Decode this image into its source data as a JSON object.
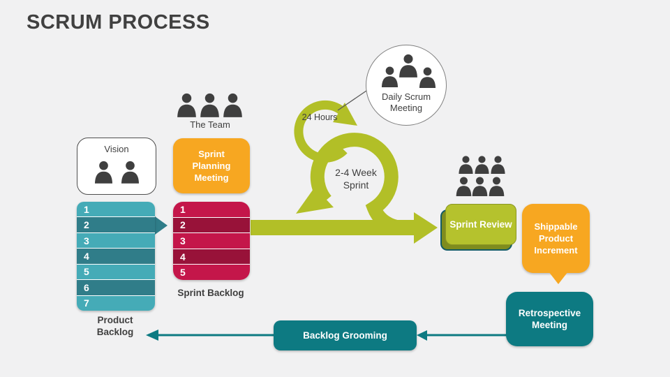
{
  "slide": {
    "title": "SCRUM PROCESS"
  },
  "colors": {
    "background": "#F1F1F2",
    "title_text": "#404040",
    "icon_gray": "#3F3F3F",
    "lime": "#B2BF27",
    "orange": "#F7A721",
    "teal_box": "#0D7A82",
    "product_row_light": "#45ABB7",
    "product_row_dark": "#307D89",
    "sprint_row_light": "#C4164A",
    "sprint_row_dark": "#981239",
    "review_front": "#B5C22D",
    "review_back": "#7F8C1E"
  },
  "vision": {
    "label": "Vision"
  },
  "team": {
    "label": "The Team"
  },
  "sprint_planning": {
    "label": "Sprint Planning Meeting"
  },
  "product_backlog": {
    "label": "Product Backlog",
    "rows": [
      "1",
      "2",
      "3",
      "4",
      "5",
      "6",
      "7"
    ]
  },
  "sprint_backlog": {
    "label": "Sprint Backlog",
    "rows": [
      "1",
      "2",
      "3",
      "4",
      "5"
    ]
  },
  "sprint_loop": {
    "label": "2-4 Week Sprint"
  },
  "daily_loop": {
    "label": "24 Hours"
  },
  "daily_scrum": {
    "label": "Daily Scrum Meeting"
  },
  "sprint_review": {
    "label": "Sprint Review"
  },
  "shippable": {
    "label": "Shippable Product Increment"
  },
  "retrospective": {
    "label": "Retrospective Meeting"
  },
  "backlog_grooming": {
    "label": "Backlog Grooming"
  }
}
